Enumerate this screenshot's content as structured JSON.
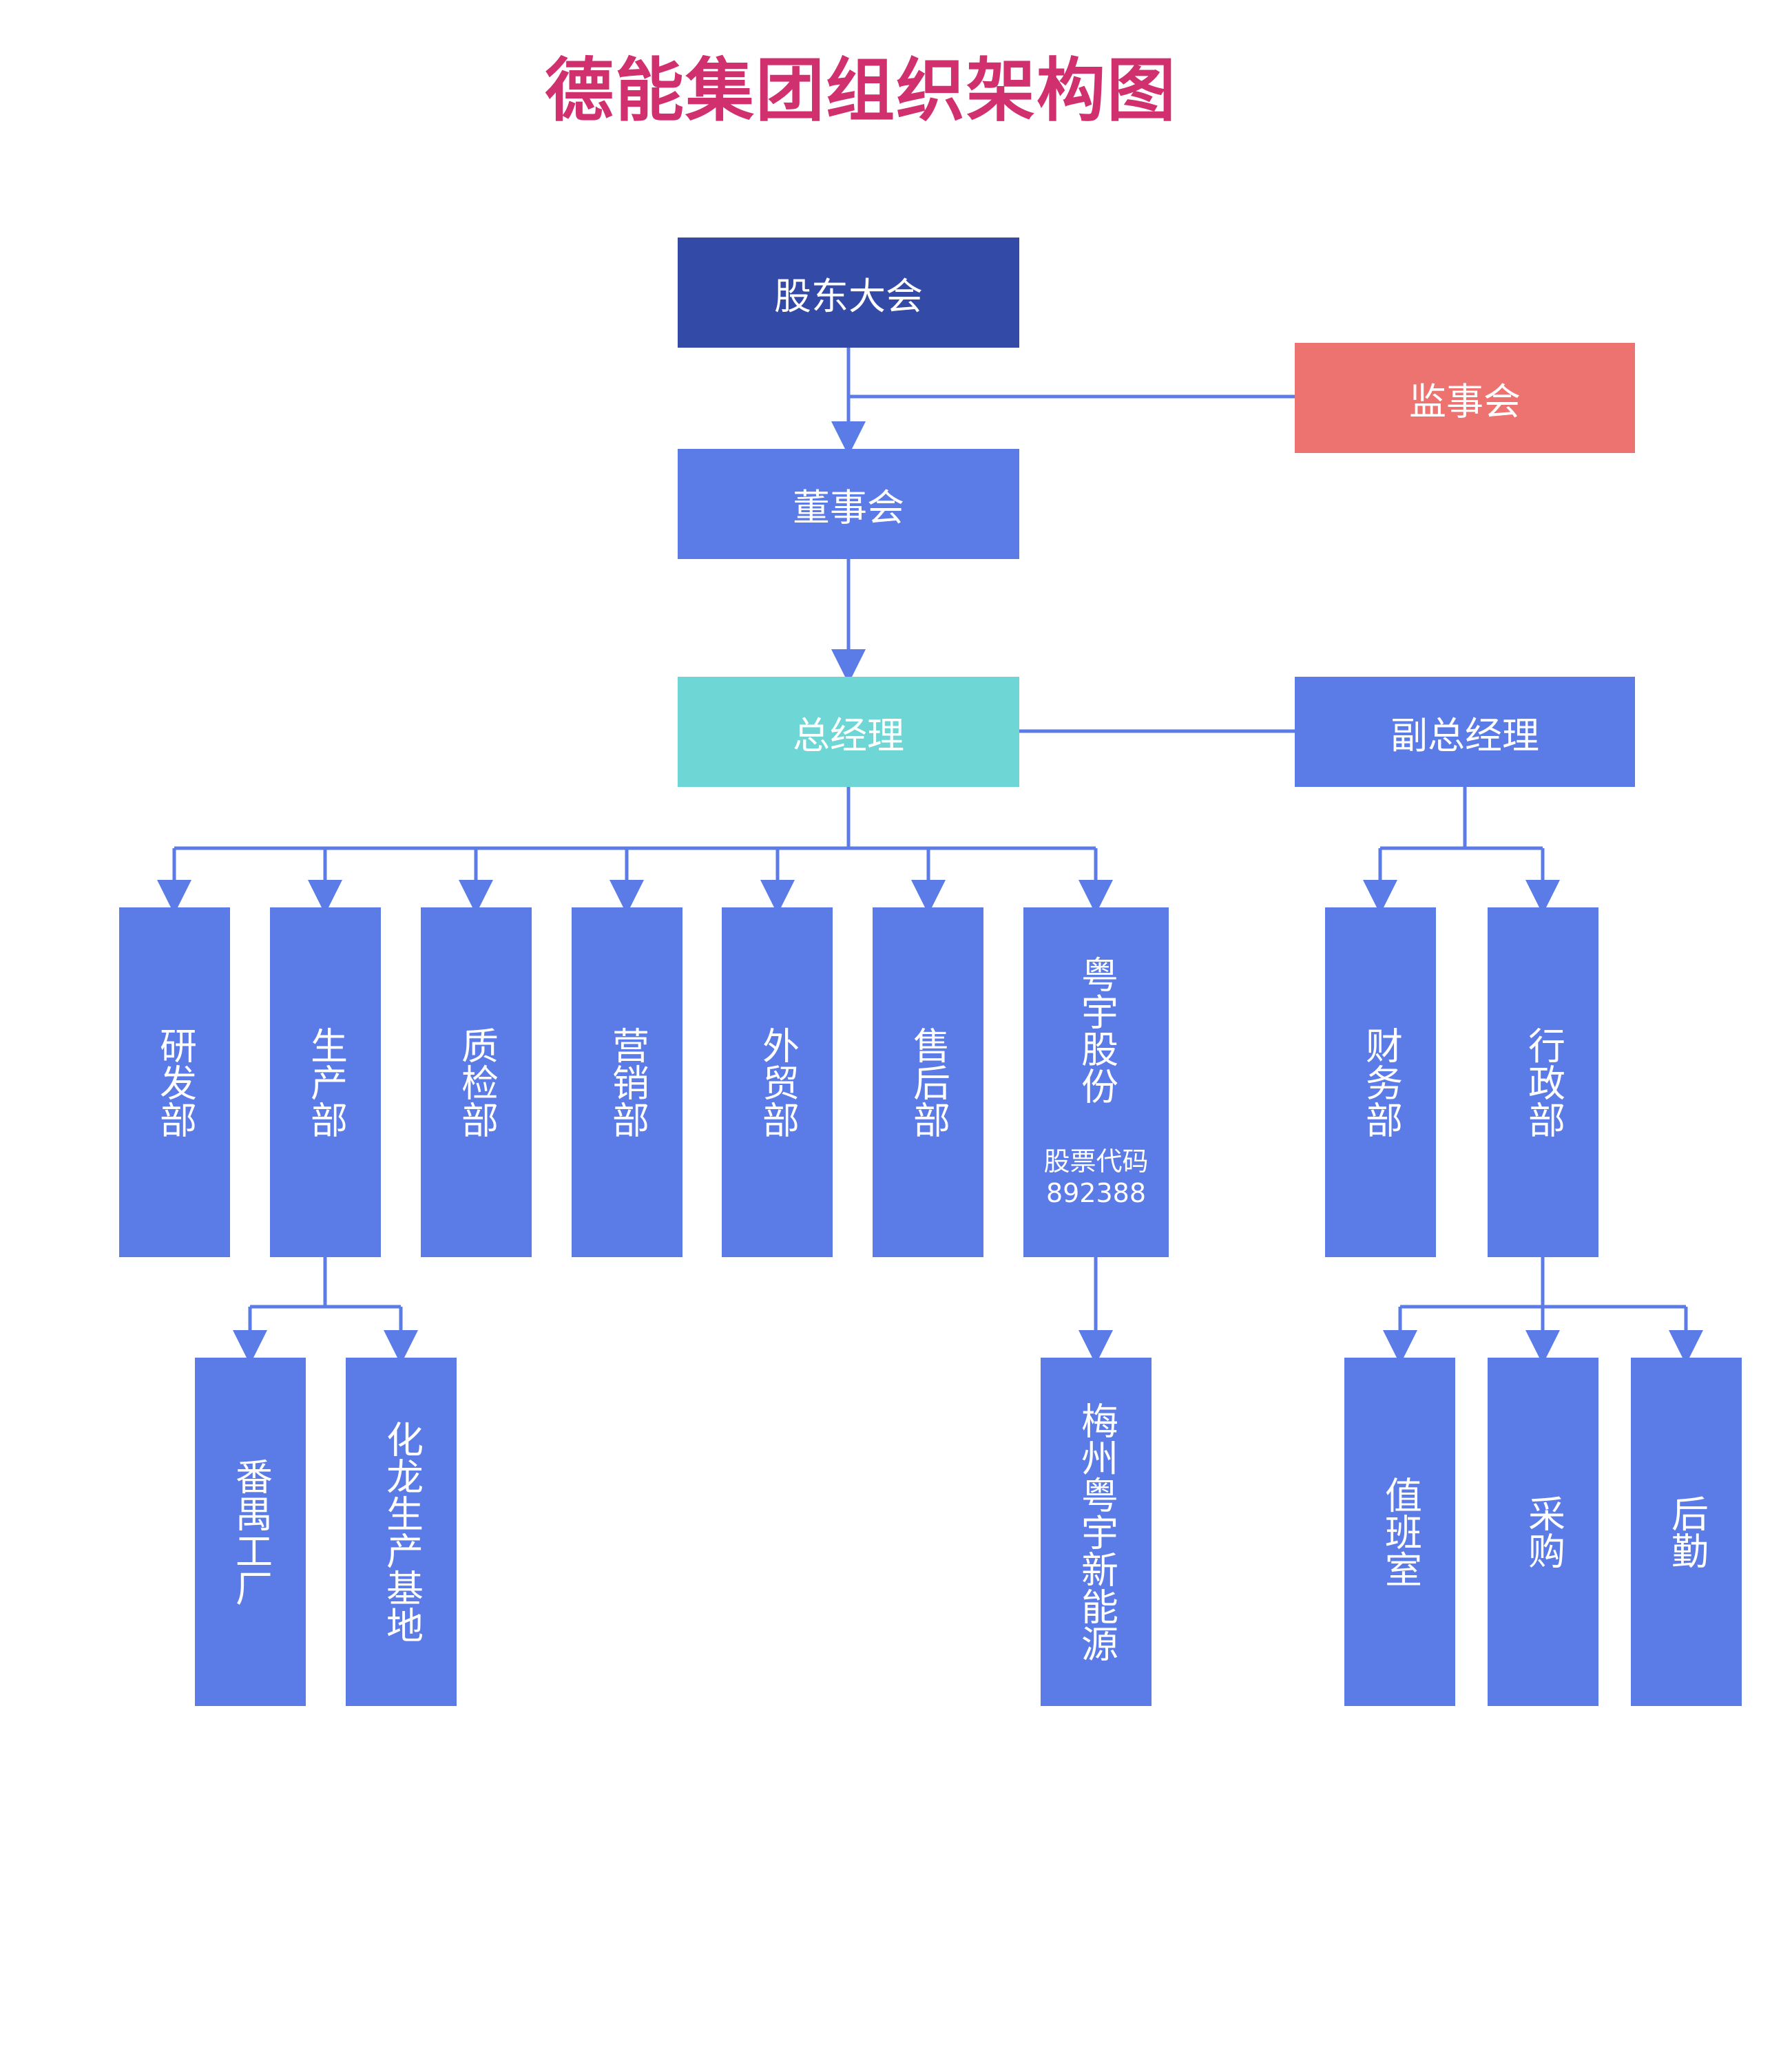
{
  "title": "德能集团组织架构图",
  "colors": {
    "title": "#d1306f",
    "dark": "#334aa6",
    "blue": "#5b7be6",
    "red": "#ec7370",
    "teal": "#6fd6d6",
    "line": "#5b7be6"
  },
  "nodes": {
    "shareholders": "股东大会",
    "supervisors": "监事会",
    "board": "董事会",
    "gm": "总经理",
    "deputy_gm": "副总经理",
    "rd": "研发部",
    "production": "生产部",
    "qc": "质检部",
    "marketing": "营销部",
    "trade": "外贸部",
    "aftersales": "售后部",
    "yueyu": "粤宇股份",
    "stock_label": "股票代码",
    "stock_code": "892388",
    "finance": "财务部",
    "admin": "行政部",
    "panyu": "番禺工厂",
    "hualong": "化龙生产基地",
    "meizhou": "梅州粤宇新能源",
    "duty": "值班室",
    "purchase": "采购",
    "logistics": "后勤"
  }
}
